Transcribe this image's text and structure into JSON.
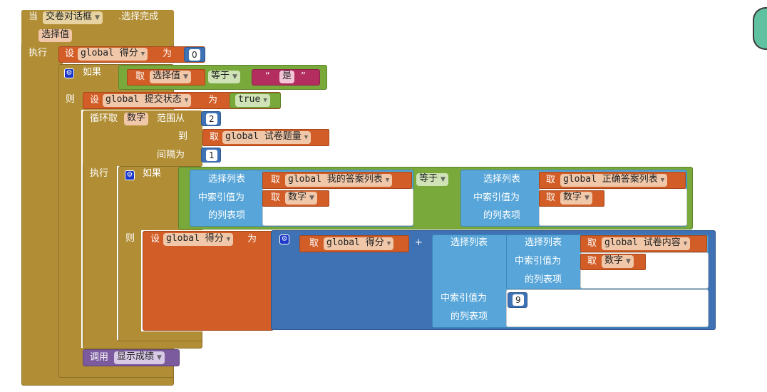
{
  "event": {
    "when": "当",
    "component": "交卷对话框",
    "event_name": ".选择完成",
    "param": "选择值",
    "do": "执行"
  },
  "set1": {
    "set": "设",
    "var": "global 得分",
    "to": "为",
    "value": "0"
  },
  "if1": {
    "if": "如果",
    "get": "取",
    "get_var": "选择值",
    "op": "等于",
    "text_open": "“",
    "text_value": "是",
    "text_close": "”",
    "then": "则"
  },
  "set2": {
    "set": "设",
    "var": "global 提交状态",
    "to": "为",
    "value": "true"
  },
  "loop": {
    "for_each": "循环取",
    "var": "数字",
    "from": "范围从",
    "from_value": "2",
    "to": "到",
    "to_get": "取",
    "to_var": "global 试卷题量",
    "by": "间隔为",
    "by_value": "1",
    "do": "执行"
  },
  "if2": {
    "if": "如果",
    "select_list": "选择列表",
    "get": "取",
    "left_list": "global 我的答案列表",
    "index_label": "中索引值为",
    "index_var": "数字",
    "item_label": "的列表项",
    "op": "等于",
    "right_list": "global 正确答案列表",
    "then": "则"
  },
  "set3": {
    "set": "设",
    "var": "global 得分",
    "to": "为",
    "get": "取",
    "get_var": "global 得分",
    "plus": "+",
    "select_list": "选择列表",
    "inner_list": "global 试卷内容",
    "index_label": "中索引值为",
    "index_var": "数字",
    "item_label": "的列表项",
    "outer_index": "9"
  },
  "call": {
    "call": "调用",
    "proc": "显示成绩"
  },
  "colors": {
    "event": "#b18e35",
    "variable": "#d25d26",
    "logic": "#79a93b",
    "math": "#3f71b5",
    "text": "#b32d5e",
    "list": "#58a6d9",
    "procedure": "#7b5a9d"
  }
}
